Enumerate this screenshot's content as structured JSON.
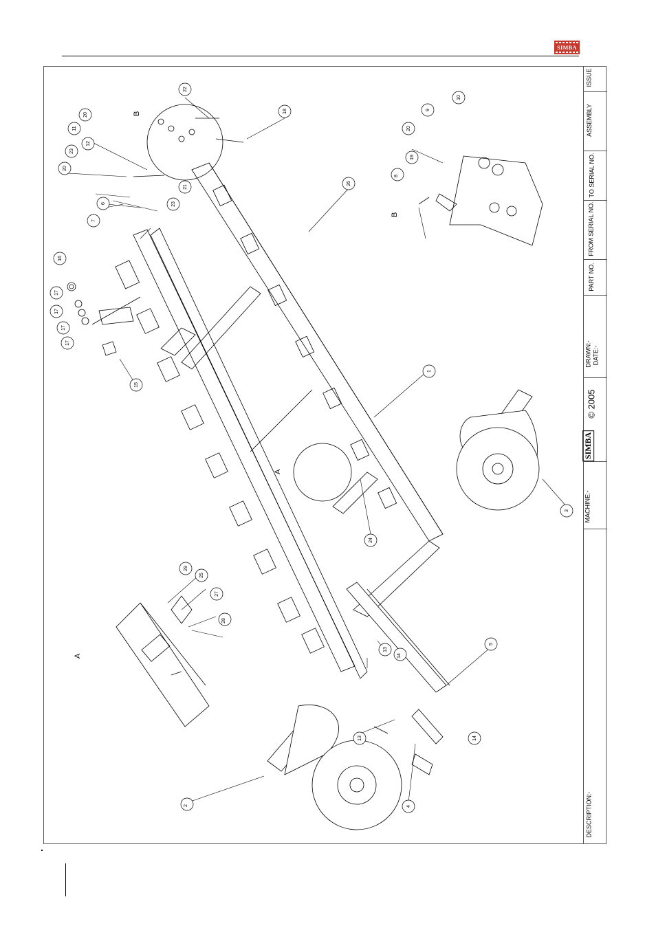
{
  "header": {
    "logo_text": "SIMBA"
  },
  "title_block": {
    "issue": "ISSUE",
    "assembly": "ASSEMBLY",
    "to_serial": "TO SERIAL NO.",
    "from_serial": "FROM SERIAL NO.",
    "part_no": "PART NO.",
    "drawn": "DRAWN:-",
    "date": "DATE:-",
    "brand": "SIMBA",
    "copyright": "© 2005",
    "machine": "MACHINE:-",
    "description": "DESCRIPTION:-"
  },
  "drawing": {
    "views": {
      "a": "A",
      "b": "B"
    },
    "callouts": [
      "1",
      "2",
      "3",
      "4",
      "5",
      "6",
      "7",
      "8",
      "9",
      "10",
      "11",
      "12",
      "13",
      "14",
      "15",
      "16",
      "17",
      "18",
      "19",
      "20",
      "21",
      "22",
      "23",
      "24",
      "25",
      "26",
      "27",
      "28",
      "29"
    ]
  },
  "colors": {
    "ink": "#000000",
    "logo_red": "#c8372c",
    "frame": "#555555"
  }
}
